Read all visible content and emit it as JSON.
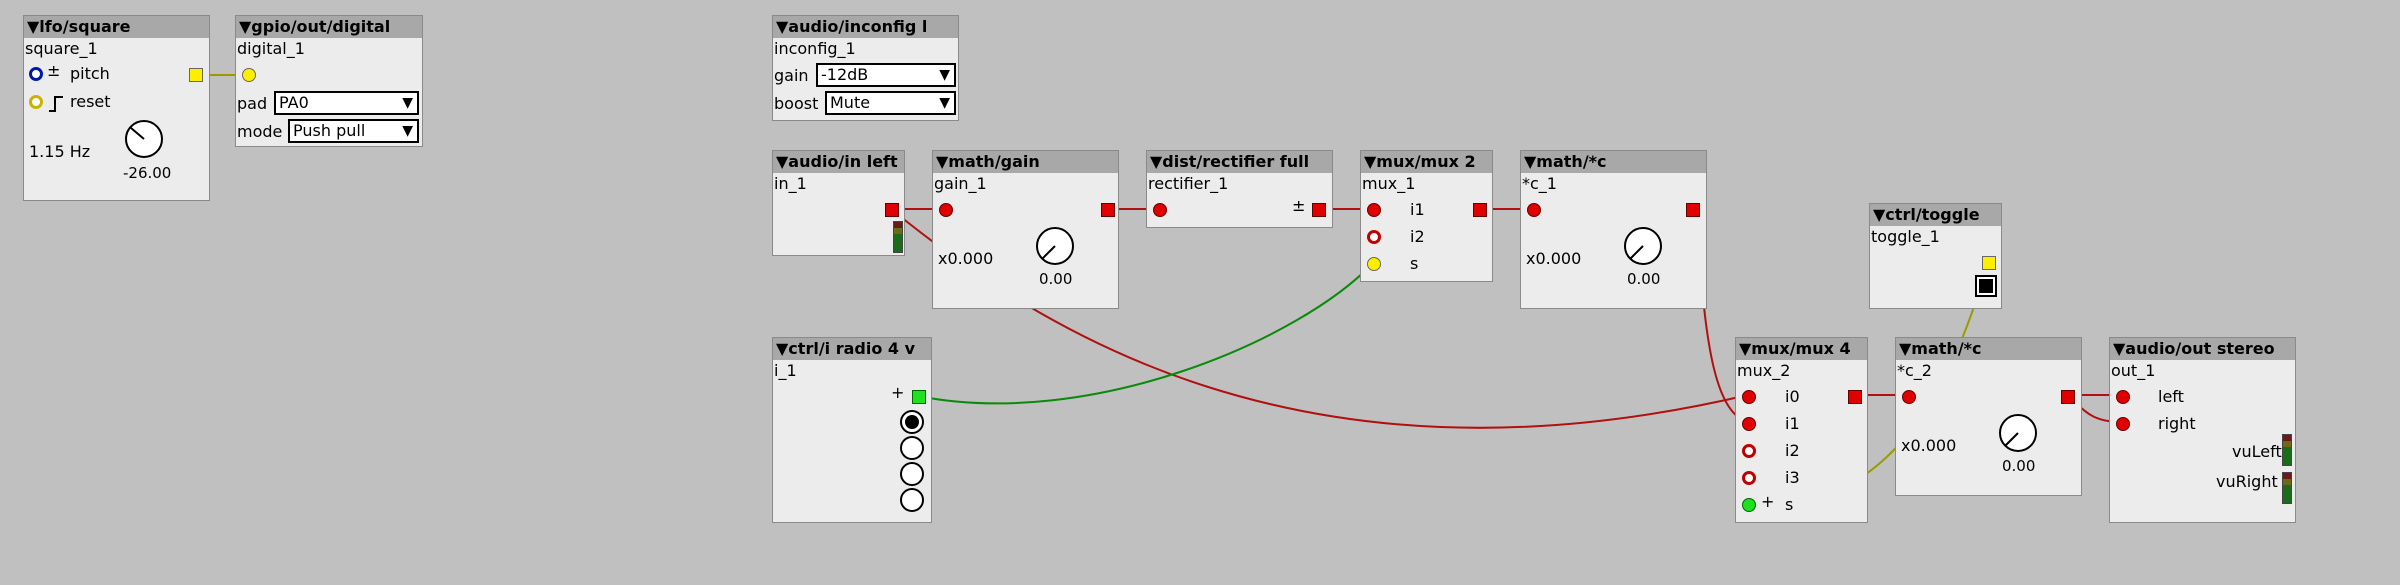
{
  "colors": {
    "wire_audio": "#b01010",
    "wire_frac": "#9a9a00",
    "wire_int": "#0a8a0a",
    "background": "#c0c0c0"
  },
  "objects": {
    "lfo": {
      "title": "▼lfo/square",
      "instance": "square_1",
      "pitch_label": "pitch",
      "reset_label": "reset",
      "freq_text": "1.15 Hz",
      "knob_value": "-26.00",
      "pitch_icon": "plus-minus-icon",
      "reset_icon": "step-icon"
    },
    "gpio": {
      "title": "▼gpio/out/digital",
      "instance": "digital_1",
      "pad_label": "pad",
      "pad_value": "PA0",
      "mode_label": "mode",
      "mode_value": "Push pull"
    },
    "inconfig": {
      "title": "▼audio/inconfig l",
      "instance": "inconfig_1",
      "gain_label": "gain",
      "gain_value": "-12dB",
      "boost_label": "boost",
      "boost_value": "Mute"
    },
    "in_left": {
      "title": "▼audio/in left",
      "instance": "in_1"
    },
    "gain": {
      "title": "▼math/gain",
      "instance": "gain_1",
      "mult": "x0.000",
      "knob_value": "0.00"
    },
    "rect": {
      "title": "▼dist/rectifier full",
      "instance": "rectifier_1",
      "symbol": "±"
    },
    "mux2": {
      "title": "▼mux/mux 2",
      "instance": "mux_1",
      "inputs": [
        "i1",
        "i2",
        "s"
      ]
    },
    "c1": {
      "title": "▼math/*c",
      "instance": "*c_1",
      "mult": "x0.000",
      "knob_value": "0.00"
    },
    "toggle": {
      "title": "▼ctrl/toggle",
      "instance": "toggle_1"
    },
    "radio": {
      "title": "▼ctrl/i radio 4 v",
      "instance": "i_1",
      "plus": "+",
      "selected": 0
    },
    "mux4": {
      "title": "▼mux/mux 4",
      "instance": "mux_2",
      "inputs": [
        "i0",
        "i1",
        "i2",
        "i3",
        "s"
      ],
      "plus": "+"
    },
    "c2": {
      "title": "▼math/*c",
      "instance": "*c_2",
      "mult": "x0.000",
      "knob_value": "0.00"
    },
    "out": {
      "title": "▼audio/out stereo",
      "instance": "out_1",
      "left": "left",
      "right": "right",
      "vu_left": "vuLeft",
      "vu_right": "vuRight"
    }
  }
}
